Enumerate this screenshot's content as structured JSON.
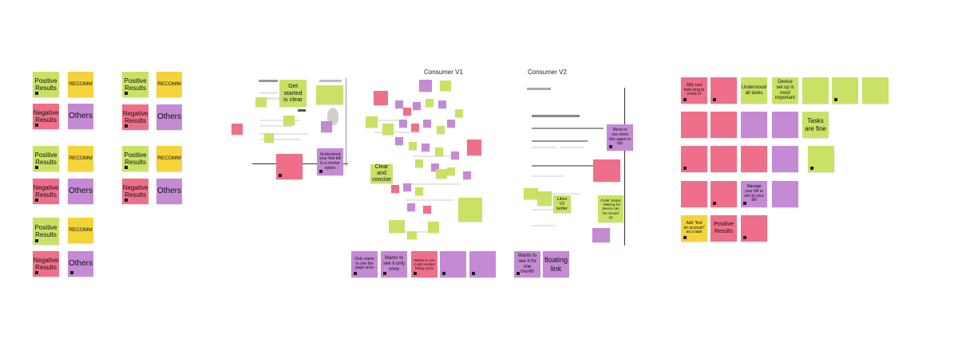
{
  "frames": {
    "consumer_v1": "Consumer V1",
    "consumer_v2": "Consumer V2"
  },
  "legend": {
    "positive": "Positive Results",
    "recomm": "RECOMM",
    "negative": "Negative Results",
    "others": "Others"
  },
  "v0": {
    "get_started": "Get started is clear",
    "understood": "Understood your first bill is a shorter option"
  },
  "v1": {
    "clear_concise": "Clear and concise",
    "only_wants": "Only wants to see the page once",
    "wants_once": "Wants to see it only once",
    "wants_billing": "Wants to see it with recited billing cycle"
  },
  "v2": {
    "likes_v2": "Likes V2 better",
    "order_status": "Order Status - Waiting for device can be moved up",
    "move_nav": "Move to nav show this again to top",
    "wants_month": "Wants to see it for one month",
    "floating": "floating link"
  },
  "right": {
    "sim": "SIM card took long to come in",
    "understood_tasks": "Understood all tasks",
    "device_setup": "Device set up is most important",
    "tasks_fine": "Tasks are fine",
    "manage": "Manage your bill or set up your bill",
    "add_find": "Add \"find an account\" as a task",
    "positive_results": "Positive Results"
  },
  "colors": {
    "green": "#c9e265",
    "yellow": "#f4d33b",
    "pink": "#ef6f8a",
    "purple": "#c58ad4"
  }
}
